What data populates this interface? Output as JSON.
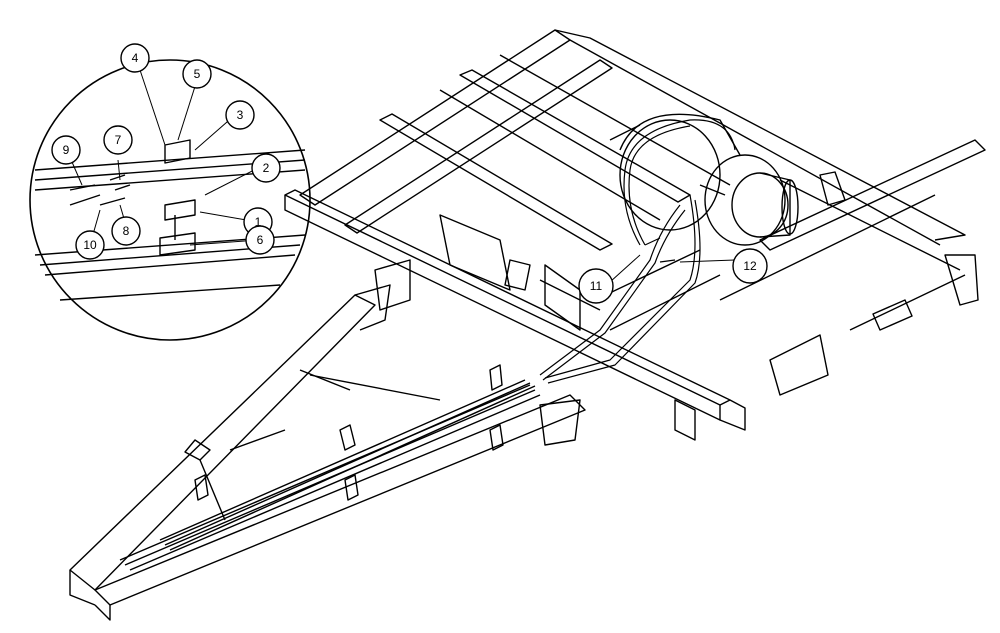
{
  "diagram": {
    "callouts": [
      {
        "id": "c1",
        "label": "1"
      },
      {
        "id": "c2",
        "label": "2"
      },
      {
        "id": "c3",
        "label": "3"
      },
      {
        "id": "c4",
        "label": "4"
      },
      {
        "id": "c5",
        "label": "5"
      },
      {
        "id": "c6",
        "label": "6"
      },
      {
        "id": "c7",
        "label": "7"
      },
      {
        "id": "c8",
        "label": "8"
      },
      {
        "id": "c9",
        "label": "9"
      },
      {
        "id": "c10",
        "label": "10"
      },
      {
        "id": "c11",
        "label": "11"
      },
      {
        "id": "c12",
        "label": "12"
      }
    ],
    "line_color": "#000000",
    "background": "#ffffff"
  }
}
